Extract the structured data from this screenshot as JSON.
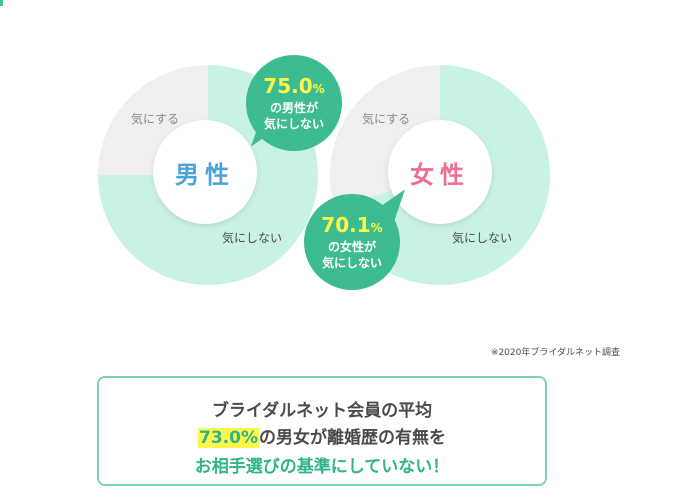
{
  "chart_data": [
    {
      "type": "pie",
      "center_label": "男性",
      "slices": [
        {
          "label": "気にしない",
          "value": 75.0,
          "color": "#c9f2e6"
        },
        {
          "label": "気にする",
          "value": 25.0,
          "color": "#efefef"
        }
      ],
      "callout": {
        "percent": "75.0",
        "percent_unit": "%",
        "line1": "の男性が",
        "line2": "気にしない"
      },
      "center_color": "#4aa3d8"
    },
    {
      "type": "pie",
      "center_label": "女性",
      "slices": [
        {
          "label": "気にしない",
          "value": 70.1,
          "color": "#c9f2e6"
        },
        {
          "label": "気にする",
          "value": 29.9,
          "color": "#efefef"
        }
      ],
      "callout": {
        "percent": "70.1",
        "percent_unit": "%",
        "line1": "の女性が",
        "line2": "気にしない"
      },
      "center_color": "#ee6e8f"
    }
  ],
  "source_note": "※2020年ブライダルネット調査",
  "summary": {
    "line1": "ブライダルネット会員の平均",
    "highlight": "73.0%",
    "line2_rest": "の男女が離婚歴の有無を",
    "line3": "お相手選びの基準にしていない！"
  },
  "colors": {
    "accent": "#3dbb91",
    "highlight": "#fff84a",
    "slice_main": "#c9f2e6",
    "slice_other": "#efefef"
  }
}
